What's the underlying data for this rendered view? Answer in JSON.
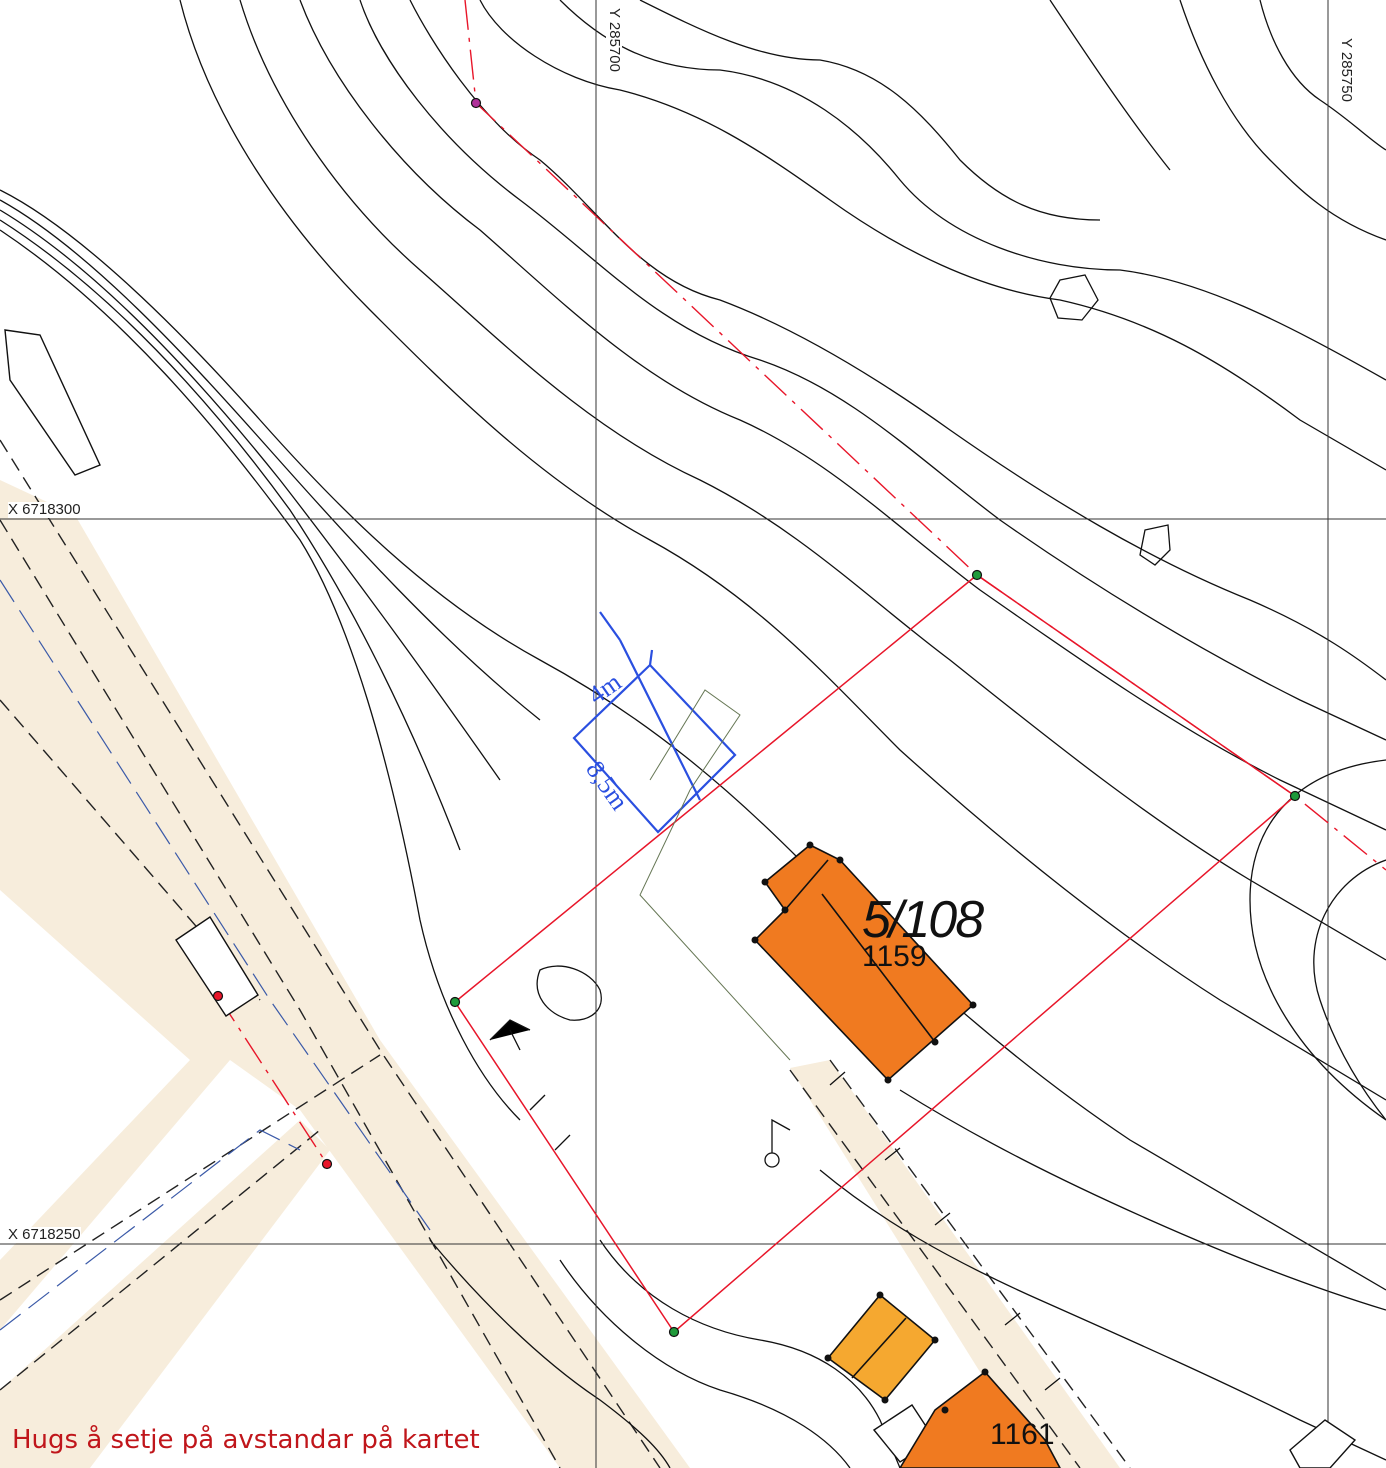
{
  "map": {
    "grid": {
      "y_labels": [
        "Y 285700",
        "Y 285750"
      ],
      "x_labels": [
        "X 6718300",
        "X 6718250"
      ]
    },
    "parcel": {
      "label": "5/108"
    },
    "buildings": [
      {
        "number": "1159",
        "color": "#f07a20"
      },
      {
        "number": "1161",
        "color": "#f07a20"
      },
      {
        "number": "",
        "color": "#f5a830"
      }
    ],
    "colors": {
      "contour": "#111111",
      "road_fill": "#f7eddc",
      "property_boundary": "#e8162a",
      "boundary_marker": "#1f9a3a",
      "annotation": "#2a4fe0"
    },
    "handwritten_annotations": [
      "8,5m",
      "4m"
    ],
    "note": "Hugs å setje på avstandar på kartet"
  }
}
